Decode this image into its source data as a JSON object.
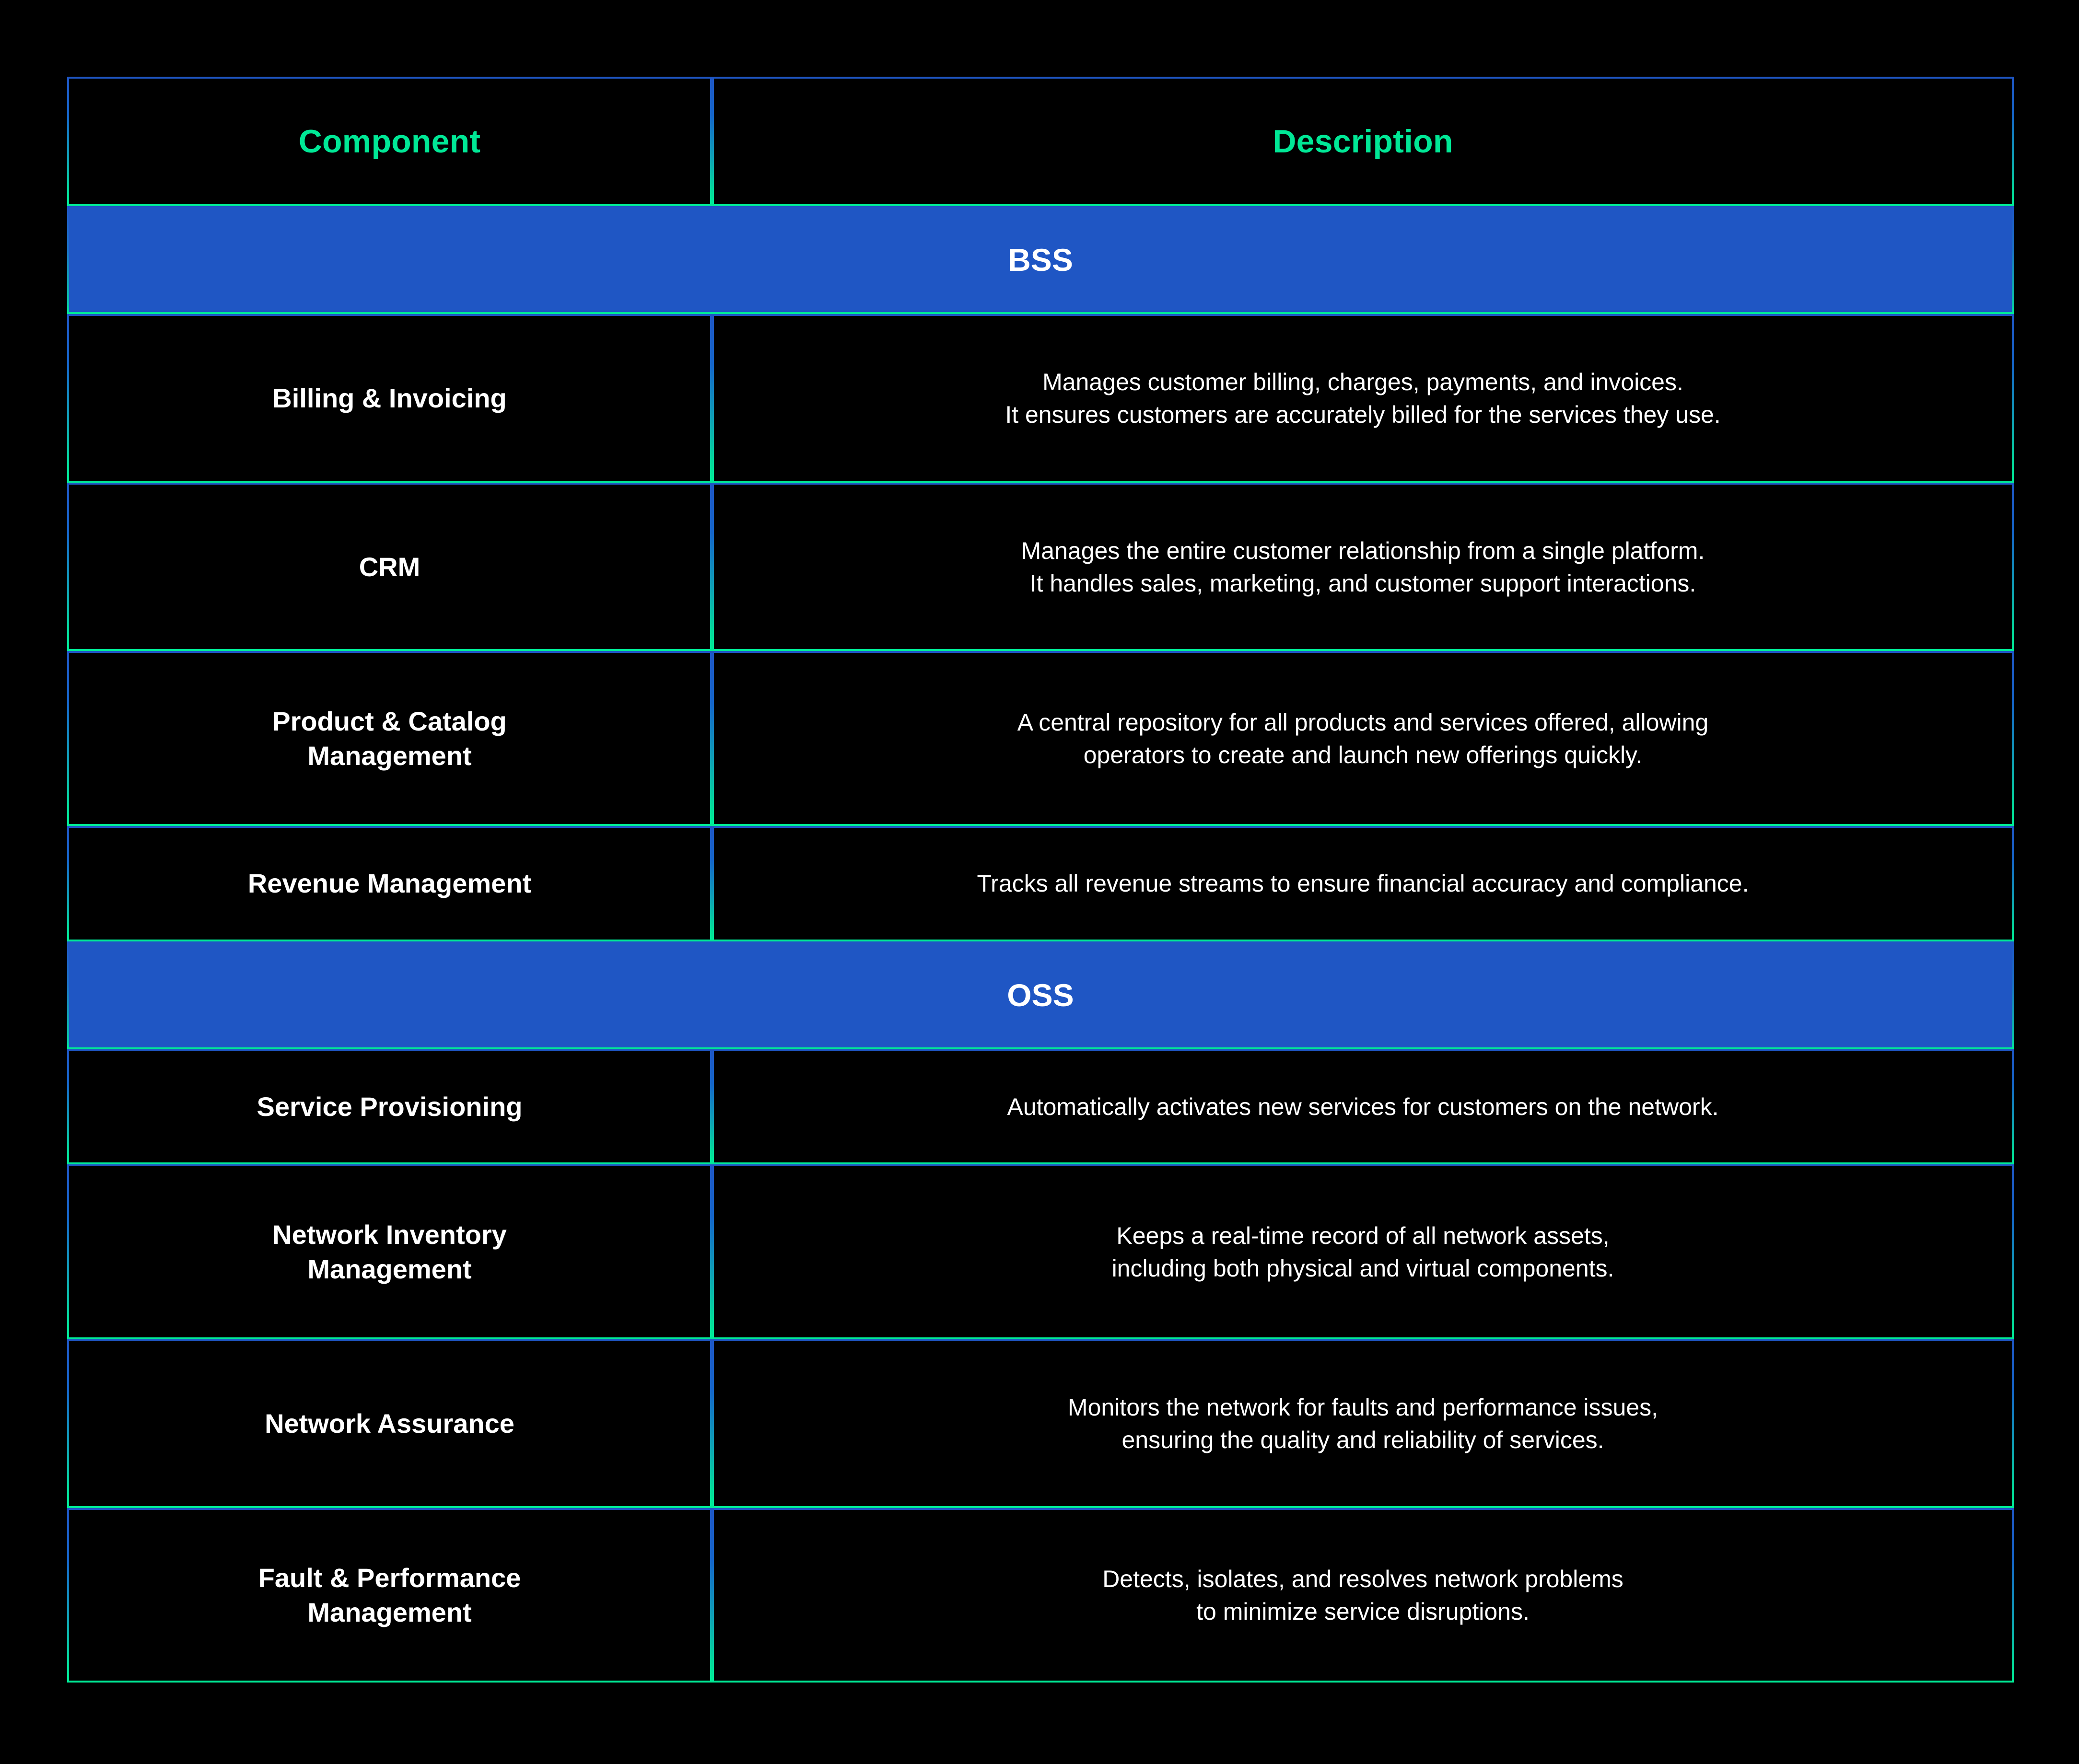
{
  "table": {
    "headers": {
      "component": "Component",
      "description": "Description"
    },
    "accent_colors": {
      "header_text": "#00e896",
      "section_banner_bg": "#1f56c4",
      "section_banner_text": "#ffffff",
      "body_text": "#ffffff",
      "page_bg": "#000000",
      "border_gradient_start": "#1f56c4",
      "border_gradient_end": "#00eb96"
    },
    "sections": [
      {
        "title": "BSS",
        "rows": [
          {
            "component": "Billing & Invoicing",
            "description_lines": [
              "Manages customer billing, charges, payments, and invoices.",
              "It ensures customers are accurately billed for the services they use."
            ]
          },
          {
            "component": "CRM",
            "description_lines": [
              "Manages the entire customer relationship from a single platform.",
              "It handles sales, marketing, and customer support interactions."
            ]
          },
          {
            "component_lines": [
              "Product & Catalog",
              "Management"
            ],
            "description_lines": [
              "A central repository for all products and services offered, allowing",
              "operators to create and launch new offerings quickly."
            ]
          },
          {
            "component": "Revenue Management",
            "description_lines": [
              "Tracks all revenue streams to ensure financial accuracy and compliance."
            ]
          }
        ]
      },
      {
        "title": "OSS",
        "rows": [
          {
            "component": "Service Provisioning",
            "description_lines": [
              "Automatically activates new services for customers on the network."
            ]
          },
          {
            "component_lines": [
              "Network Inventory",
              "Management"
            ],
            "description_lines": [
              "Keeps a real-time record of all network assets,",
              "including both physical and virtual components."
            ]
          },
          {
            "component": "Network Assurance",
            "description_lines": [
              "Monitors the network for faults and performance issues,",
              "ensuring the quality and reliability of services."
            ]
          },
          {
            "component_lines": [
              "Fault & Performance",
              "Management"
            ],
            "description_lines": [
              "Detects, isolates, and resolves network problems",
              "to minimize service disruptions."
            ]
          }
        ]
      }
    ]
  }
}
